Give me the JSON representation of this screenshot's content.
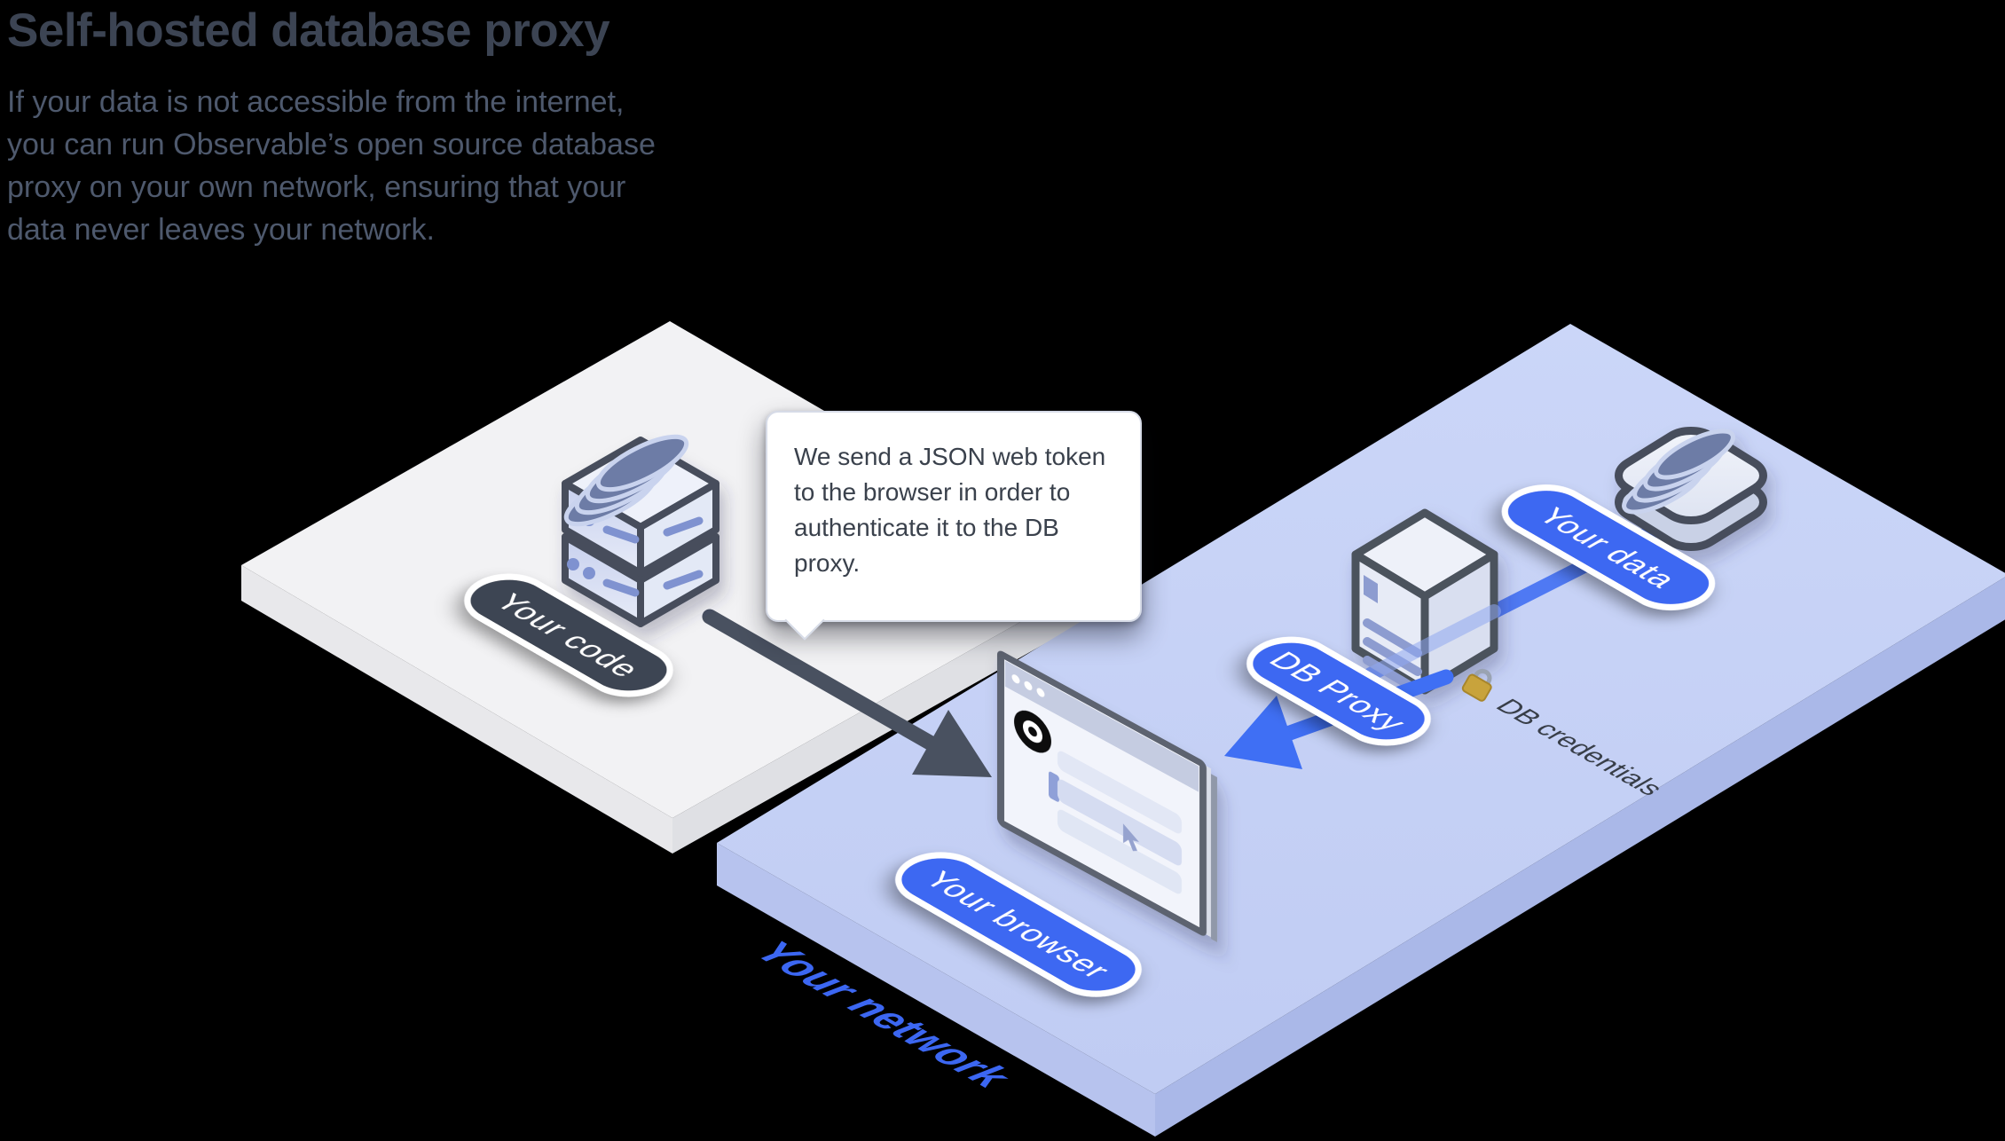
{
  "header": {
    "title": "Self-hosted database proxy",
    "description_lines": [
      "If your data is not accessible from the internet,",
      "you can run Observable’s open source database",
      "proxy on your own network, ensuring that your",
      "data never leaves your network."
    ]
  },
  "tooltip": {
    "lines": [
      "We send a JSON web token",
      "to the browser in order to",
      "authenticate it to the DB",
      "proxy."
    ]
  },
  "labels": {
    "your_code": "Your code",
    "your_browser": "Your browser",
    "db_proxy": "DB Proxy",
    "your_data": "Your data",
    "db_credentials": "DB credentials",
    "your_network": "Your network"
  },
  "colors": {
    "accent_blue": "#3e68f2",
    "dark_slate_pill": "#3e4553",
    "platform_white": "#f2f2f4",
    "platform_blue": "#c6d2f6",
    "arrow_dark": "#495160",
    "connector_blue": "#4f79f3",
    "network_label_blue": "#3c67f2",
    "title_text": "#3c4453",
    "body_text": "#4e596d"
  }
}
